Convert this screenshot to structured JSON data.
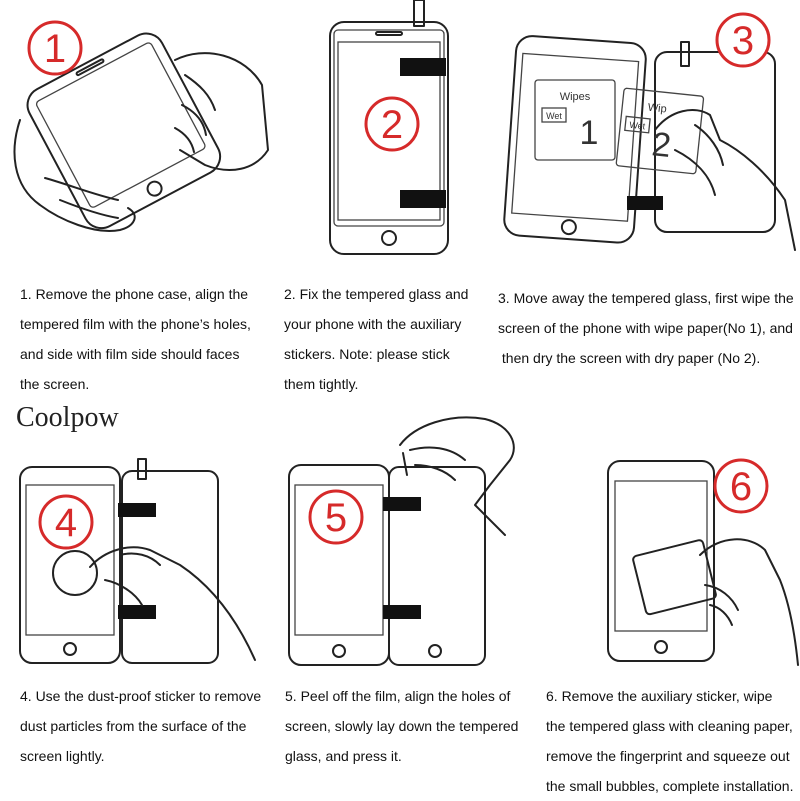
{
  "brand": "Coolpow",
  "colors": {
    "number_circle": "#d62a2a",
    "ink": "#222222",
    "tape": "#111111"
  },
  "steps": [
    {
      "number": "1",
      "lines": [
        "1. Remove the phone case, align the",
        "tempered film with the phone’s holes,",
        "and side with film side should faces",
        "the screen."
      ]
    },
    {
      "number": "2",
      "lines": [
        "2. Fix the tempered glass and",
        "your phone with the auxiliary",
        "stickers. Note: please stick",
        "them tightly."
      ]
    },
    {
      "number": "3",
      "lines": [
        "3. Move away the tempered glass, first wipe the",
        "screen of the phone with wipe paper(No 1), and",
        " then dry the screen with dry paper (No 2)."
      ]
    },
    {
      "number": "4",
      "lines": [
        "4. Use the dust-proof sticker to remove",
        "dust particles from the surface of the",
        "screen lightly."
      ]
    },
    {
      "number": "5",
      "lines": [
        "5. Peel off the film, align the holes of",
        "screen, slowly lay down the tempered",
        "glass, and press it."
      ]
    },
    {
      "number": "6",
      "lines": [
        "6. Remove the auxiliary sticker, wipe",
        "the tempered glass with cleaning paper,",
        "remove the fingerprint and squeeze out",
        "the small bubbles, complete installation."
      ]
    }
  ],
  "wipes": [
    {
      "title": "Wipes",
      "tag": "Wet",
      "number": "1"
    },
    {
      "title": "Wip",
      "tag": "Wet",
      "number": "2"
    }
  ]
}
